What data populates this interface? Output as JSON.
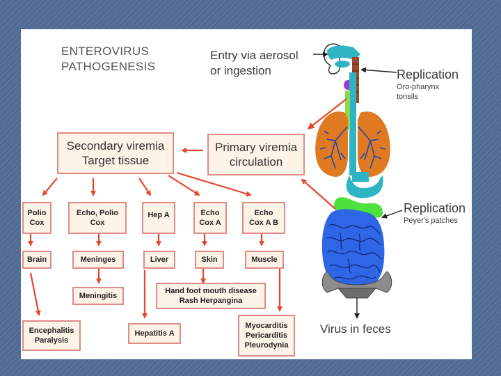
{
  "title": {
    "line1": "ENTEROVIRUS",
    "line2": "PATHOGENESIS"
  },
  "entry": {
    "line1": "Entry via aerosol",
    "line2": "or ingestion"
  },
  "replication_oropharynx": {
    "title": "Replication",
    "line1": "Oro-pharynx",
    "line2": "tonsils"
  },
  "replication_peyers": {
    "title": "Replication",
    "line1": "Peyer's patches"
  },
  "feces": "Virus in feces",
  "primary_viremia": {
    "line1": "Primary viremia",
    "line2": "circulation"
  },
  "secondary_viremia": {
    "line1": "Secondary viremia",
    "line2": "Target tissue"
  },
  "viruses": [
    {
      "line1": "Polio",
      "line2": "Cox"
    },
    {
      "line1": "Echo, Polio",
      "line2": "Cox"
    },
    {
      "line1": "Hep A",
      "line2": ""
    },
    {
      "line1": "Echo",
      "line2": "Cox A"
    },
    {
      "line1": "Echo",
      "line2": "Cox A B"
    }
  ],
  "organs": [
    "Brain",
    "Meninges",
    "Liver",
    "Skin",
    "Muscle"
  ],
  "diseases": {
    "meningitis": "Meningitis",
    "hfmd": {
      "line1": "Hand foot mouth disease",
      "line2": "Rash Herpangina"
    },
    "encephalitis": {
      "line1": "Encephalitis",
      "line2": "Paralysis"
    },
    "hepatitis": "Hepatitis A",
    "myocarditis": {
      "line1": "Myocarditis",
      "line2": "Pericarditis",
      "line3": "Pleurodynia"
    }
  },
  "colors": {
    "arrow": "#e5472e",
    "box_border": "#e08a88",
    "box_fill": "#fdf3e6",
    "background": "#4f6c97"
  }
}
